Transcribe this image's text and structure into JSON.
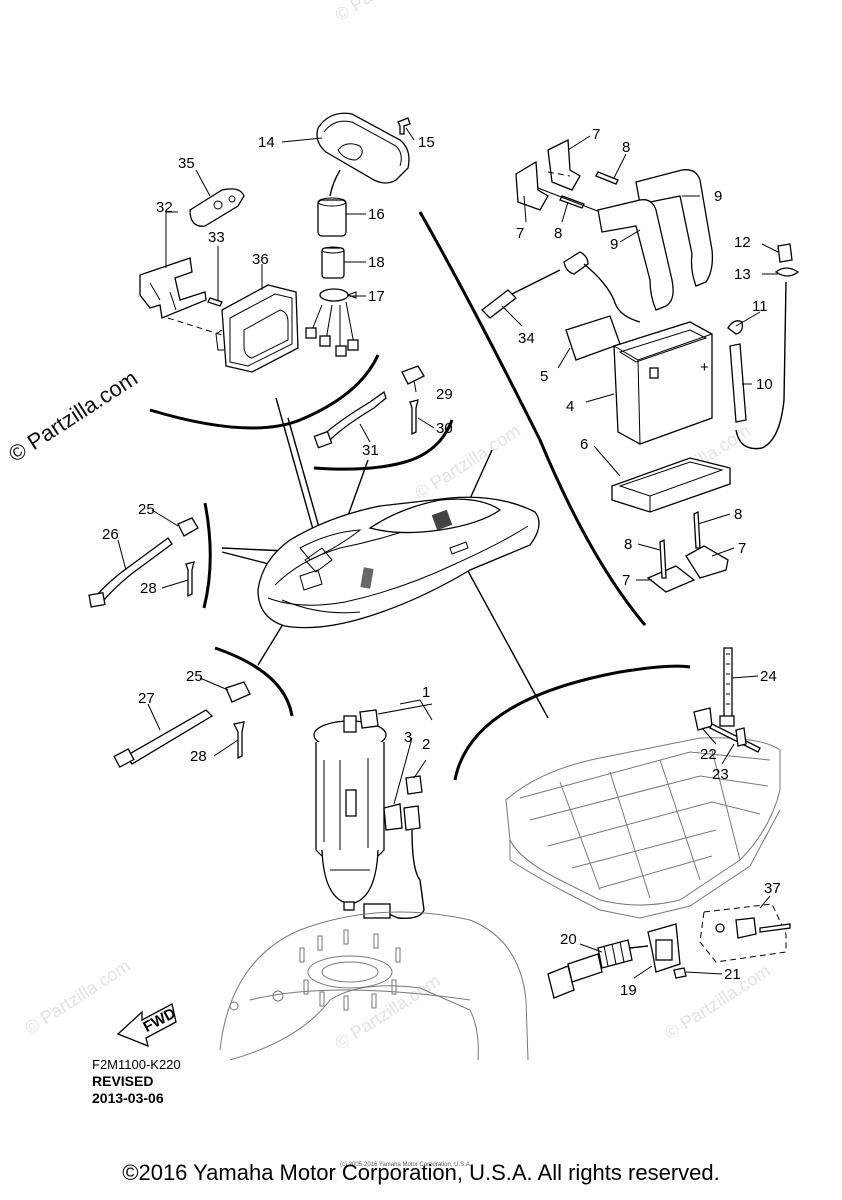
{
  "diagram": {
    "code": "F2M1100-K220",
    "revised_label": "REVISED",
    "revised_date": "2013-03-06",
    "copyright": "©2016 Yamaha Motor Corporation, U.S.A. All rights reserved.",
    "tiny_note": "(c) 2005-2016 Yamaha Motor Corporation, U.S.A.",
    "fwd_label": "FWD",
    "watermark_main": "© Partzilla.com",
    "watermark_faint": "© Partzilla.com"
  },
  "callouts": {
    "n1": "1",
    "n2": "2",
    "n3": "3",
    "n4": "4",
    "n5": "5",
    "n6": "6",
    "n7a": "7",
    "n7b": "7",
    "n7c": "7",
    "n7d": "7",
    "n8a": "8",
    "n8b": "8",
    "n8c": "8",
    "n8d": "8",
    "n9a": "9",
    "n9b": "9",
    "n10": "10",
    "n11": "11",
    "n12": "12",
    "n13": "13",
    "n14": "14",
    "n15": "15",
    "n16": "16",
    "n17": "17",
    "n18": "18",
    "n19": "19",
    "n20": "20",
    "n21": "21",
    "n22": "22",
    "n23": "23",
    "n24": "24",
    "n25a": "25",
    "n25b": "25",
    "n26": "26",
    "n27": "27",
    "n28a": "28",
    "n28b": "28",
    "n29": "29",
    "n30": "30",
    "n31": "31",
    "n32": "32",
    "n33": "33",
    "n34": "34",
    "n35": "35",
    "n36": "36",
    "n37": "37"
  }
}
